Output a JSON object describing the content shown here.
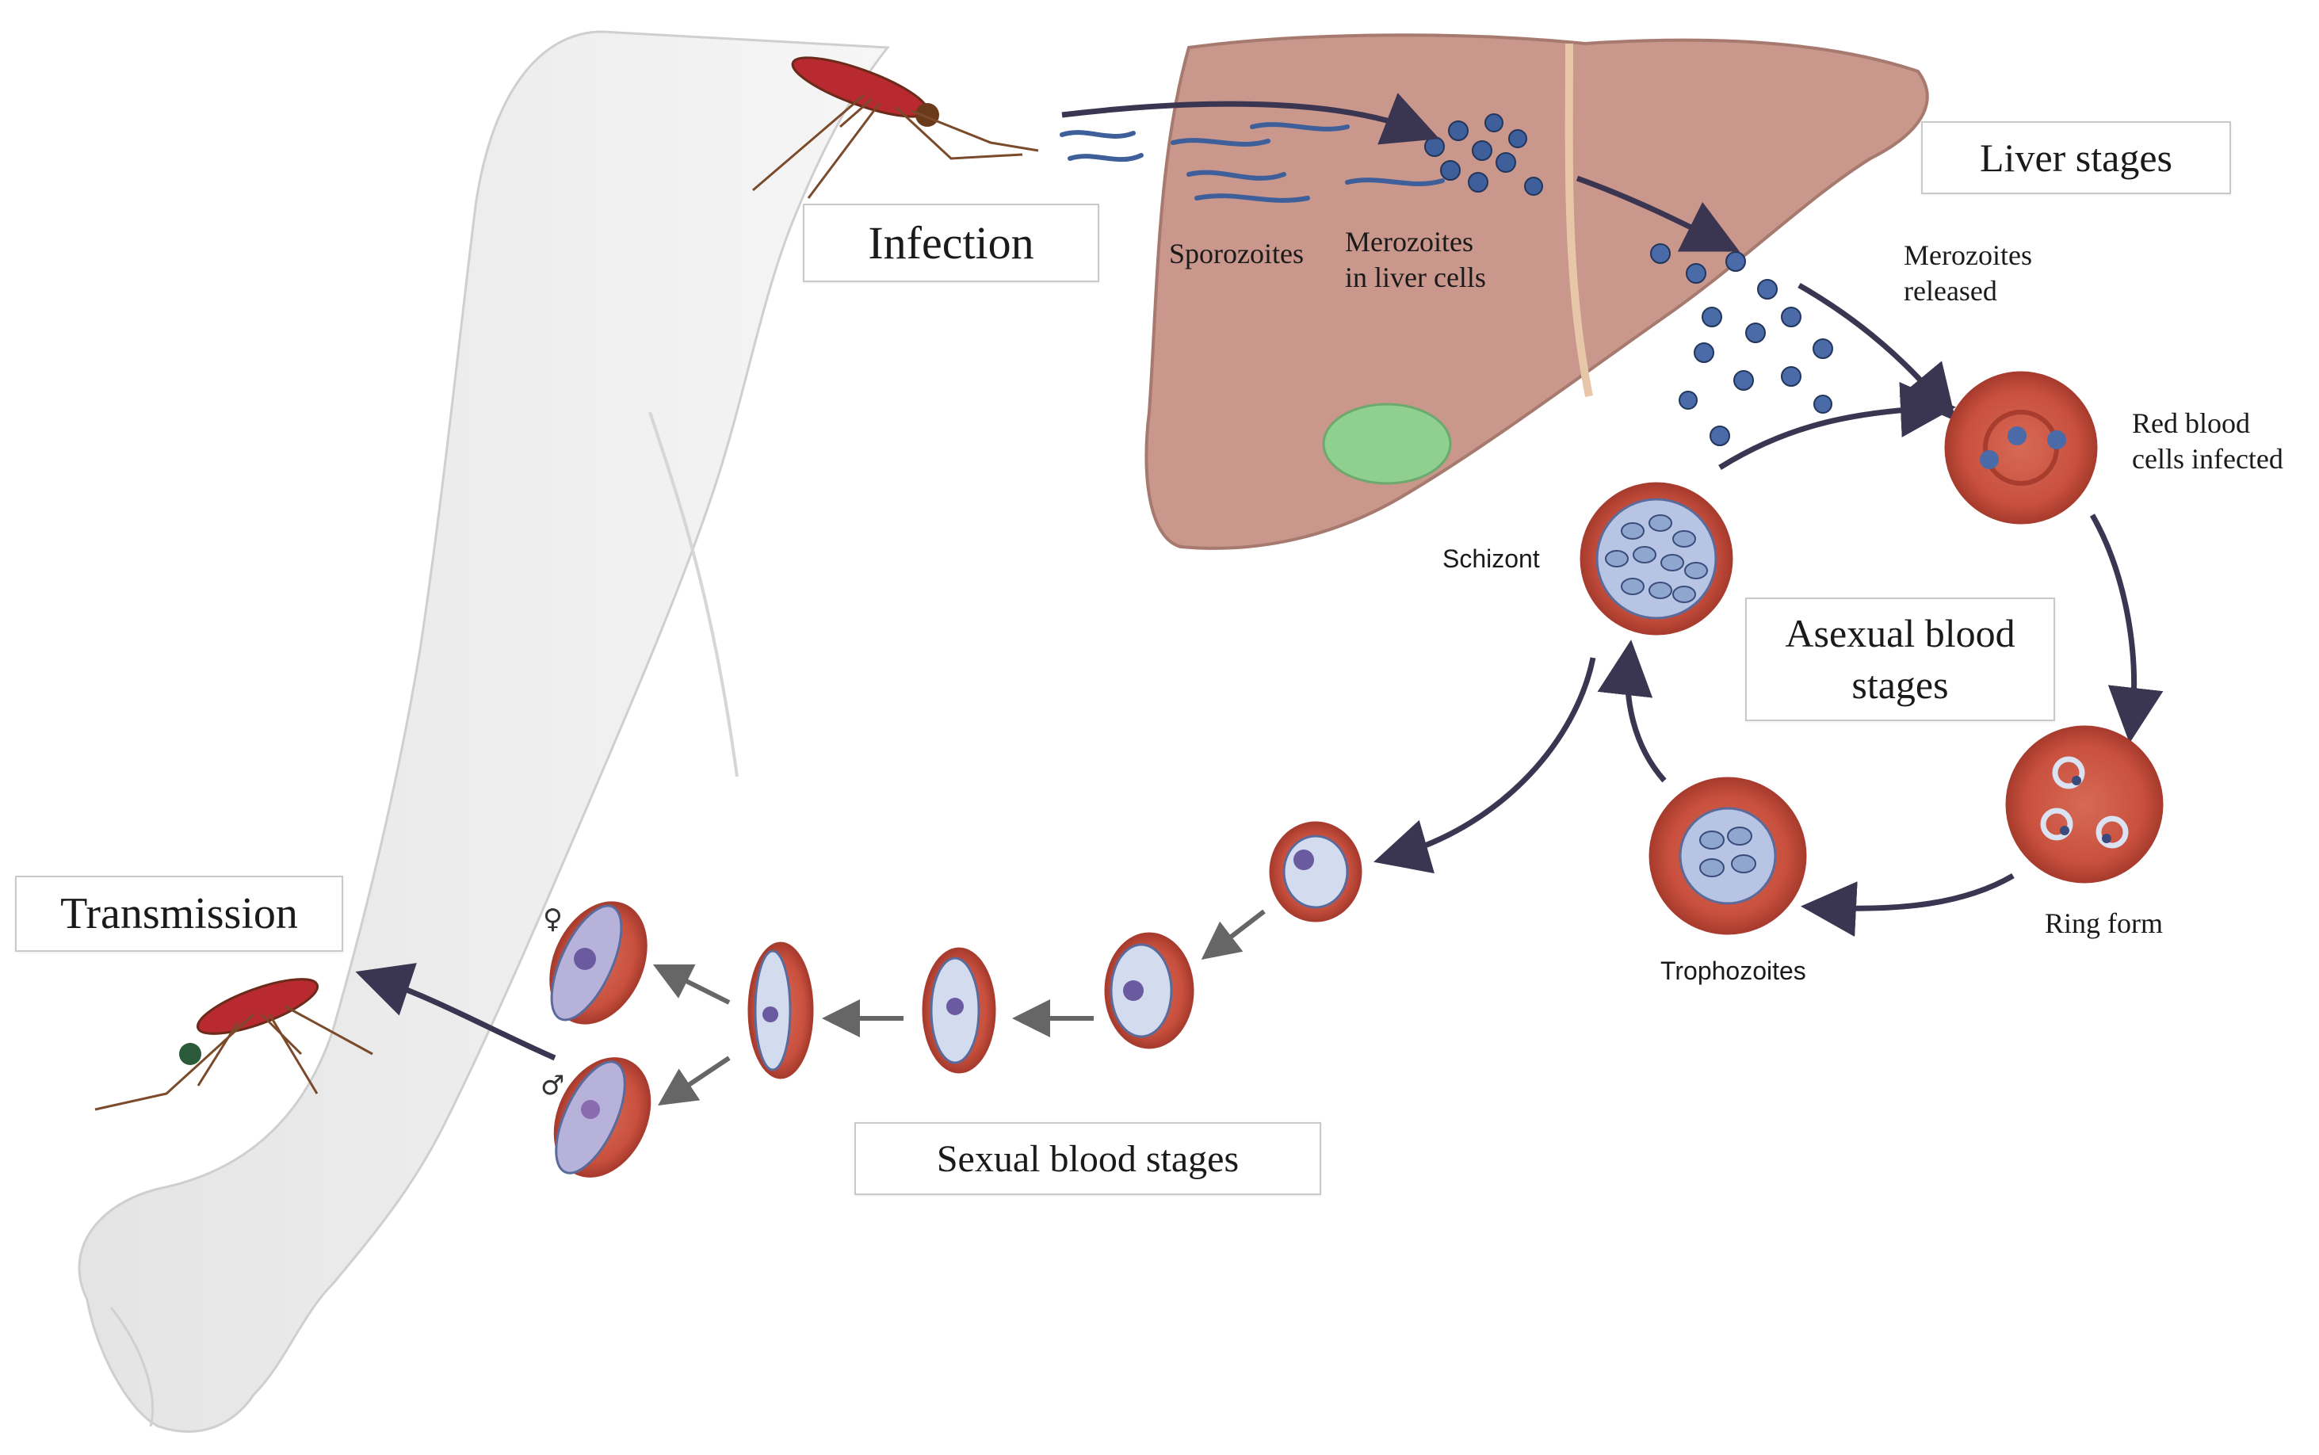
{
  "stage_labels": {
    "infection": "Infection",
    "liver_stages": "Liver stages",
    "asexual_blood_stages": "Asexual blood\nstages",
    "sexual_blood_stages": "Sexual blood stages",
    "transmission": "Transmission"
  },
  "annotations": {
    "sporozoites": "Sporozoites",
    "merozoites_in_liver": "Merozoites\nin liver cells",
    "merozoites_released": "Merozoites\nreleased",
    "red_blood_cells_infected": "Red blood\ncells infected",
    "schizont": "Schizont",
    "ring_form": "Ring form",
    "trophozoites": "Trophozoites"
  },
  "gametocyte_symbols": {
    "female": "♀",
    "male": "♂"
  },
  "colors": {
    "liver": "#c9978c",
    "red_cell": "#c9503e",
    "parasite": "#8fa7cf",
    "arrow": "#3a3550",
    "skin": "#ececec"
  }
}
